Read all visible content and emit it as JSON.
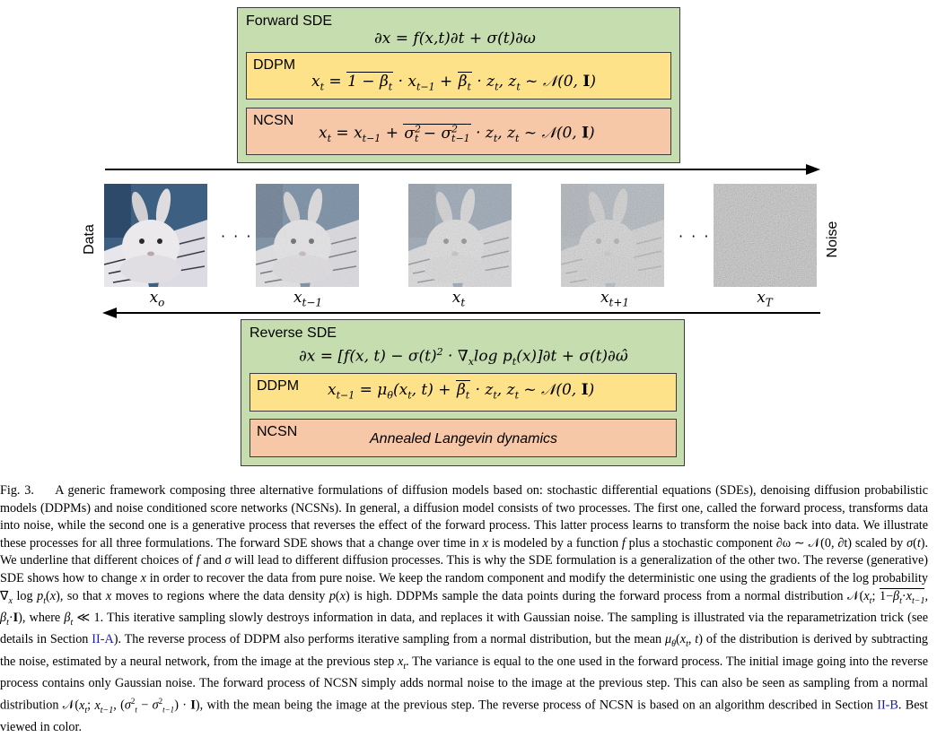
{
  "forward": {
    "title": "Forward SDE",
    "equation": "∂x = f(x,t)∂t + σ(t)∂ω",
    "ddpm": {
      "label": "DDPM"
    },
    "ncsn": {
      "label": "NCSN"
    }
  },
  "reverse": {
    "title": "Reverse SDE",
    "ddpm": {
      "label": "DDPM"
    },
    "ncsn": {
      "label": "NCSN",
      "text": "Annealed Langevin dynamics"
    }
  },
  "side_labels": {
    "left": "Data",
    "right": "Noise"
  },
  "dots": "· · ·",
  "frames": [
    {
      "label_base": "x",
      "label_sub": "o",
      "noise": 0.0
    },
    {
      "label_base": "x",
      "label_sub": "t−1",
      "noise": 0.3
    },
    {
      "label_base": "x",
      "label_sub": "t",
      "noise": 0.5
    },
    {
      "label_base": "x",
      "label_sub": "t+1",
      "noise": 0.7
    },
    {
      "label_base": "x",
      "label_sub": "T",
      "noise": 1.0
    }
  ],
  "caption": {
    "fig": "Fig. 3.",
    "p1": "A generic framework composing three alternative formulations of diffusion models based on: stochastic differential equations (SDEs), denoising diffusion probabilistic models (DDPMs) and noise conditioned score networks (NCSNs). In general, a diffusion model consists of two processes. The first one, called the forward process, transforms data into noise, while the second one is a generative process that reverses the effect of the forward process. This latter process learns to transform the noise back into data. We illustrate these processes for all three formulations. The forward SDE shows that a change over time in",
    "p2": "is modeled by a function",
    "p3": "plus a stochastic component ∂ω ∼ 𝒩(0, ∂t) scaled by",
    "p4": ". We underline that different choices of",
    "p5": "and",
    "p6": "will lead to different diffusion processes. This is why the SDE formulation is a generalization of the other two. The reverse (generative) SDE shows how to change",
    "p7": "in order to recover the data from pure noise. We keep the random component and modify the deterministic one using the gradients of the log probability ∇",
    "p8": "log",
    "p9": ", so that",
    "p10": "moves to regions where the data density",
    "p11": "is high. DDPMs sample the data points during the forward process from a normal distribution 𝒩(",
    "p12": "), where",
    "p13": "≪ 1. This iterative sampling slowly destroys information in data, and replaces it with Gaussian noise. The sampling is illustrated via the reparametrization trick (see details in Section",
    "ref1": "II-A",
    "p14": "). The reverse process of DDPM also performs iterative sampling from a normal distribution, but the mean",
    "p15": "of the distribution is derived by subtracting the noise, estimated by a neural network, from the image at the previous step",
    "p16": ". The variance is equal to the one used in the forward process. The initial image going into the reverse process contains only Gaussian noise. The forward process of NCSN simply adds normal noise to the image at the previous step. This can also be seen as sampling from a normal distribution 𝒩(",
    "p17": "), with the mean being the image at the previous step. The reverse process of NCSN is based on an algorithm described in Section",
    "ref2": "II-B",
    "p18": ". Best viewed in color."
  },
  "colors": {
    "green": "#c6ddb0",
    "yellow": "#fde28a",
    "peach": "#f6c8a8",
    "link": "#1a1ab4"
  }
}
